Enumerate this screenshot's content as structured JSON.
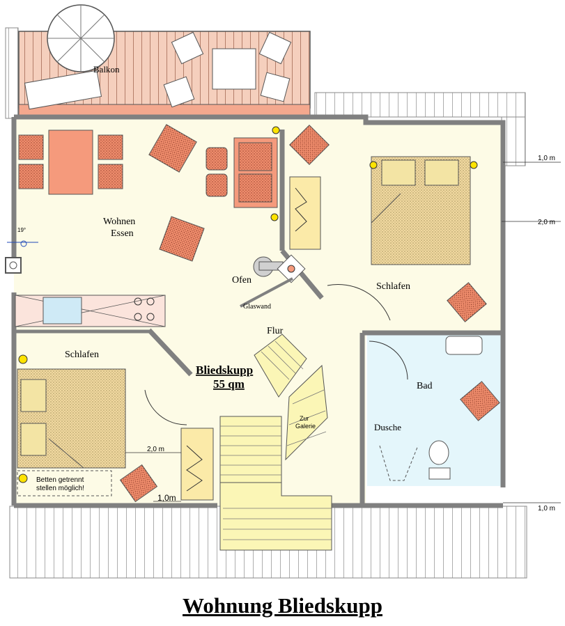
{
  "title": "Wohnung Bliedskupp",
  "rooms": {
    "balkon": "Balkon",
    "wohnen_line1": "Wohnen",
    "wohnen_line2": "Essen",
    "ofen": "Ofen",
    "glaswand": "Glaswand",
    "schlafen_right": "Schlafen",
    "flur": "Flur",
    "schlafen_left": "Schlafen",
    "bad": "Bad",
    "dusche": "Dusche",
    "zur_galerie_line1": "Zur",
    "zur_galerie_line2": "Galerie"
  },
  "area": {
    "name": "Bliedskupp",
    "size": "55 qm"
  },
  "notes": {
    "betten_line1": "Betten getrennt",
    "betten_line2": "stellen möglich!"
  },
  "dimensions": {
    "right_top": "1,0 m",
    "right_mid": "2,0 m",
    "right_bottom": "1,0 m",
    "left_two": "2,0 m",
    "left_one": "1,0m"
  },
  "markers": {
    "temperature": "19°"
  },
  "colors": {
    "wall": "#8c8c8c",
    "floor": "#fdfbe6",
    "bath": "#e4f6fb",
    "balcony": "#f3c8b5",
    "furniture": "#f08868",
    "stairs": "#fbf6b6",
    "bed": "#f3e4a4"
  }
}
